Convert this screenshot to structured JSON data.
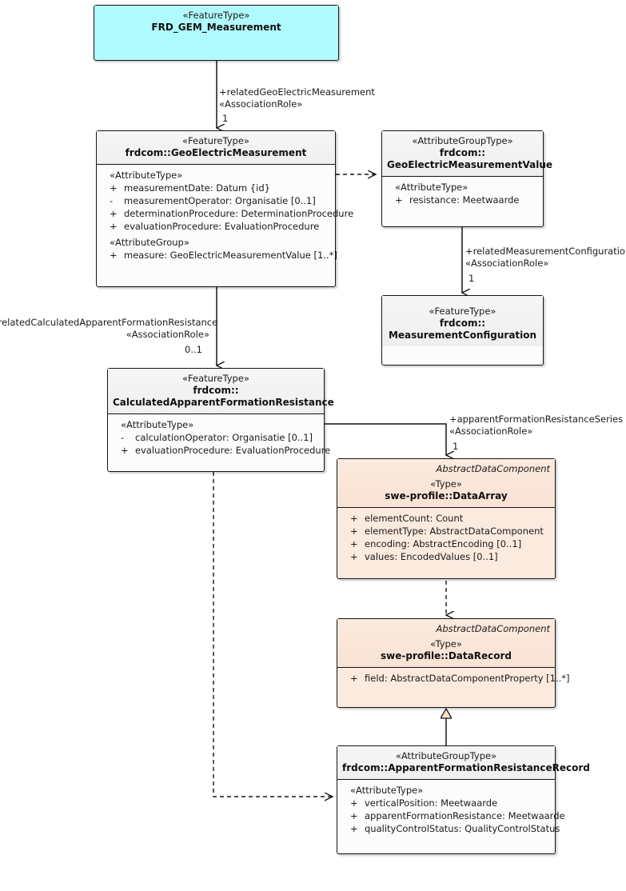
{
  "diagram": {
    "title": "FRD_GEM_Measurement UML class diagram",
    "colors": {
      "cyan_fill": "#b0fbff",
      "peach_fill": "#fbeade",
      "gray_fill": "#f2f2f2",
      "white_fill": "#fcfcfc",
      "line": "#151515"
    }
  },
  "classes": {
    "frd_gem_measurement": {
      "stereotype": "«FeatureType»",
      "name": "FRD_GEM_Measurement"
    },
    "geoelectric_measurement": {
      "stereotype": "«FeatureType»",
      "name": "frdcom::GeoElectricMeasurement",
      "groups": [
        {
          "label": "«AttributeType»",
          "attributes": [
            {
              "visibility": "+",
              "text": "measurementDate: Datum {id}"
            },
            {
              "visibility": "-",
              "text": "measurementOperator: Organisatie [0..1]"
            },
            {
              "visibility": "+",
              "text": "determinationProcedure: DeterminationProcedure"
            },
            {
              "visibility": "+",
              "text": "evaluationProcedure: EvaluationProcedure"
            }
          ]
        },
        {
          "label": "«AttributeGroup»",
          "attributes": [
            {
              "visibility": "+",
              "text": "measure: GeoElectricMeasurementValue [1..*]"
            }
          ]
        }
      ]
    },
    "geoelectric_measurement_value": {
      "stereotype": "«AttributeGroupType»",
      "name_line1": "frdcom::",
      "name_line2": "GeoElectricMeasurementValue",
      "groups": [
        {
          "label": "«AttributeType»",
          "attributes": [
            {
              "visibility": "+",
              "text": "resistance: Meetwaarde"
            }
          ]
        }
      ]
    },
    "measurement_configuration": {
      "stereotype": "«FeatureType»",
      "name_line1": "frdcom::",
      "name_line2": "MeasurementConfiguration"
    },
    "calculated_apparent_formation_resistance": {
      "stereotype": "«FeatureType»",
      "name_line1": "frdcom::",
      "name_line2": "CalculatedApparentFormationResistance",
      "groups": [
        {
          "label": "«AttributeType»",
          "attributes": [
            {
              "visibility": "-",
              "text": "calculationOperator: Organisatie [0..1]"
            },
            {
              "visibility": "+",
              "text": "evaluationProcedure: EvaluationProcedure"
            }
          ]
        }
      ]
    },
    "data_array": {
      "abstract_label": "AbstractDataComponent",
      "stereotype": "«Type»",
      "name": "swe-profile::DataArray",
      "attributes": [
        {
          "visibility": "+",
          "text": "elementCount: Count"
        },
        {
          "visibility": "+",
          "text": "elementType: AbstractDataComponent"
        },
        {
          "visibility": "+",
          "text": "encoding: AbstractEncoding [0..1]"
        },
        {
          "visibility": "+",
          "text": "values: EncodedValues [0..1]"
        }
      ]
    },
    "data_record": {
      "abstract_label": "AbstractDataComponent",
      "stereotype": "«Type»",
      "name": "swe-profile::DataRecord",
      "attributes": [
        {
          "visibility": "+",
          "text": "field: AbstractDataComponentProperty [1..*]"
        }
      ]
    },
    "apparent_formation_resistance_record": {
      "stereotype": "«AttributeGroupType»",
      "name": "frdcom::ApparentFormationResistanceRecord",
      "groups": [
        {
          "label": "«AttributeType»",
          "attributes": [
            {
              "visibility": "+",
              "text": "verticalPosition: Meetwaarde"
            },
            {
              "visibility": "+",
              "text": "apparentFormationResistance: Meetwaarde"
            },
            {
              "visibility": "+",
              "text": "qualityControlStatus: QualityControlStatus"
            }
          ]
        }
      ]
    }
  },
  "associations": {
    "related_geoelectric_measurement": {
      "role": "+relatedGeoElectricMeasurement",
      "stereotype": "«AssociationRole»",
      "multiplicity": "1"
    },
    "related_measurement_configuration": {
      "role": "+relatedMeasurementConfiguration",
      "stereotype": "«AssociationRole»",
      "multiplicity": "1"
    },
    "related_calculated_apparent_formation_resistance": {
      "role": "+relatedCalculatedApparentFormationResistance",
      "stereotype": "«AssociationRole»",
      "multiplicity": "0..1"
    },
    "apparent_formation_resistance_series": {
      "role": "+apparentFormationResistanceSeries",
      "stereotype": "«AssociationRole»",
      "multiplicity": "1"
    }
  }
}
